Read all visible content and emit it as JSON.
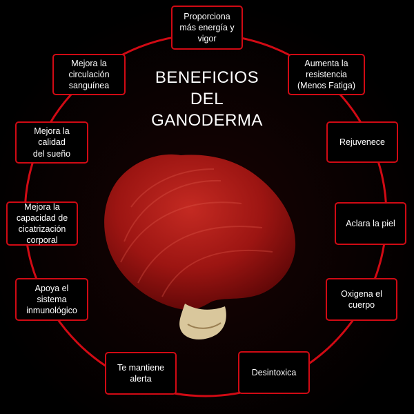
{
  "title": [
    "BENEFICIOS",
    "DEL",
    "GANODERMA"
  ],
  "accent_color": "#d10a14",
  "benefits": [
    {
      "lines": [
        "Proporciona",
        "más energía y",
        "vigor"
      ]
    },
    {
      "lines": [
        "Aumenta la",
        "resistencia",
        "(Menos Fatiga)"
      ]
    },
    {
      "lines": [
        "Rejuvenece"
      ]
    },
    {
      "lines": [
        "Aclara la piel"
      ]
    },
    {
      "lines": [
        "Oxigena el",
        "cuerpo"
      ]
    },
    {
      "lines": [
        "Desintoxica"
      ]
    },
    {
      "lines": [
        "Te mantiene",
        "alerta"
      ]
    },
    {
      "lines": [
        "Apoya el",
        "sistema",
        "inmunológico"
      ]
    },
    {
      "lines": [
        "Mejora la",
        "capacidad de",
        "cicatrización",
        "corporal"
      ]
    },
    {
      "lines": [
        "Mejora la calidad",
        "del sueño"
      ]
    },
    {
      "lines": [
        "Mejora la",
        "circulación",
        "sanguínea"
      ]
    }
  ]
}
